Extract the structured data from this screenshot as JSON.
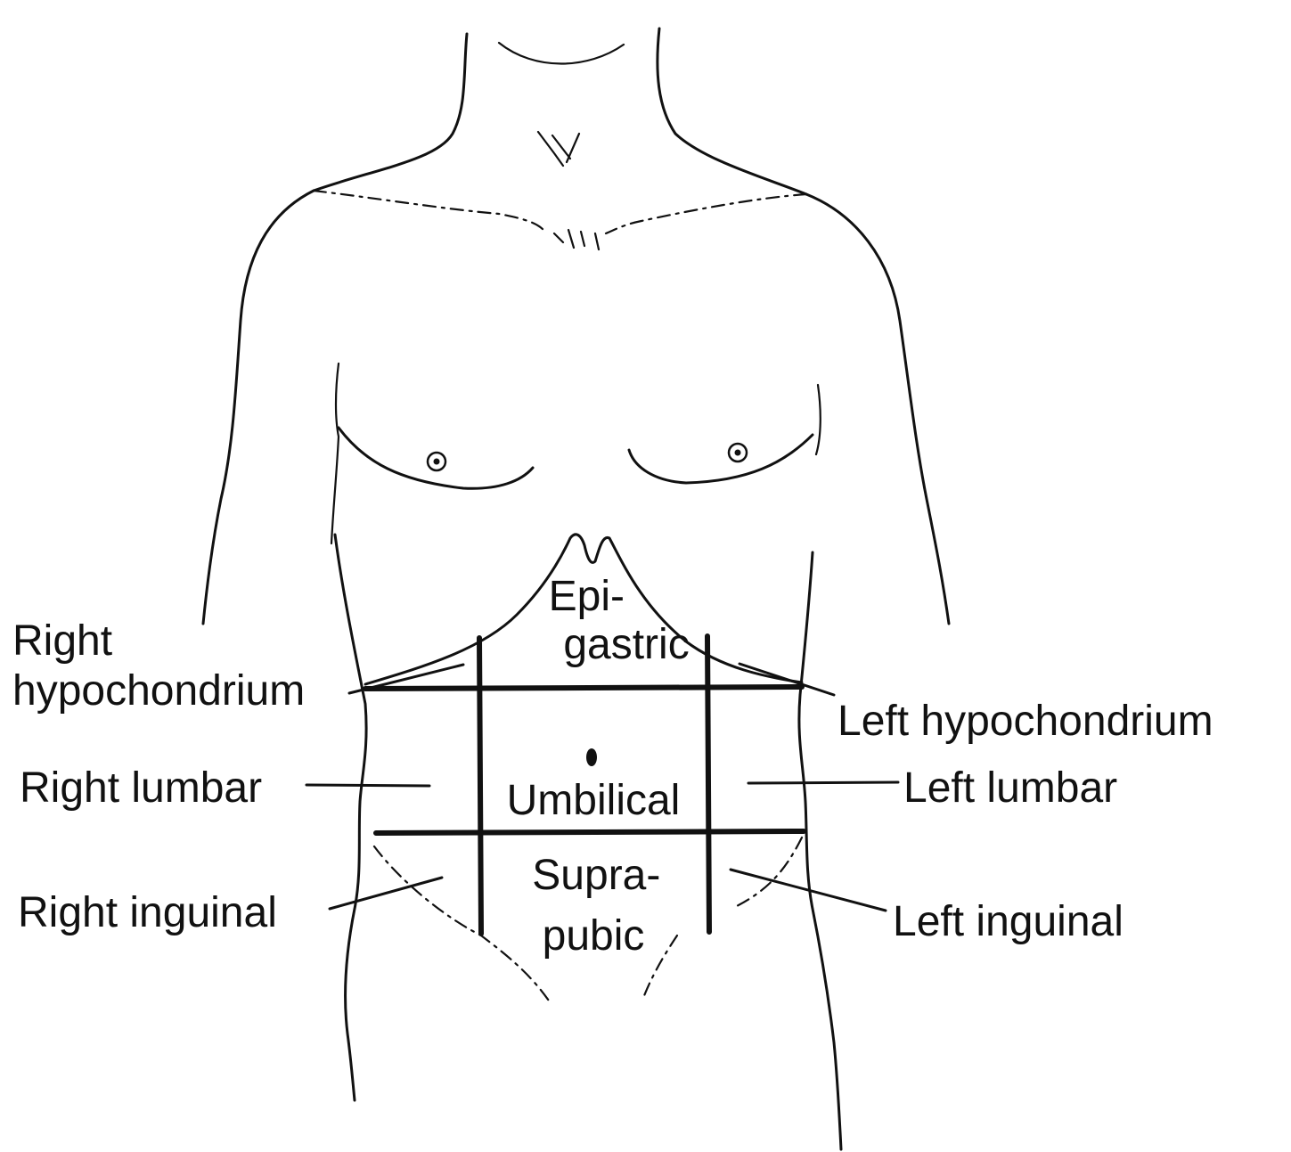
{
  "labels": {
    "right_hypochondrium": [
      "Right",
      "hypochondrium"
    ],
    "epigastric": [
      "Epi-",
      "gastric"
    ],
    "left_hypochondrium": "Left hypochondrium",
    "right_lumbar": "Right lumbar",
    "umbilical": "Umbilical",
    "left_lumbar": "Left lumbar",
    "right_inguinal": "Right inguinal",
    "suprapubic": [
      "Supra-",
      "pubic"
    ],
    "left_inguinal": "Left inguinal"
  },
  "colors": {
    "ink": "#111111",
    "background": "#ffffff"
  }
}
